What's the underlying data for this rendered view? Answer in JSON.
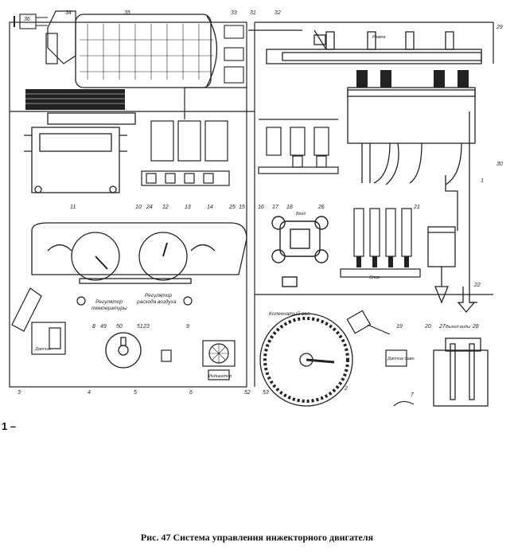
{
  "callouts": {
    "c1": "1",
    "c2": "2",
    "c3": "3",
    "c4": "4",
    "c5": "5",
    "c6": "6",
    "c7": "7",
    "c8": "8",
    "c9": "9",
    "c10": "10",
    "c11": "11",
    "c12": "12",
    "c13": "13",
    "c14": "14",
    "c15": "15",
    "c16": "16",
    "c17": "17",
    "c18": "18",
    "c19": "19",
    "c20": "20",
    "c21": "21",
    "c22": "22",
    "c23": "23",
    "c24": "24",
    "c25": "25",
    "c26": "26",
    "c27": "27",
    "c28": "28",
    "c29": "29",
    "c30": "30",
    "c31": "31",
    "c32": "32",
    "c33": "33",
    "c34": "34",
    "c35": "35",
    "c36": "36",
    "c49": "49",
    "c50": "50",
    "c51": "51",
    "c52": "52",
    "c53": "53"
  },
  "labels": {
    "temp_regulator_1": "Регулятор",
    "temp_regulator_2": "температуры",
    "air_regulator_1": "Регулятор",
    "air_regulator_2": "расхода воздуха",
    "crankshaft": "Коленчатый вал",
    "fuel_rail": "Рампа",
    "inlet": "Вход",
    "drain": "Слив",
    "outlet_water": "Выход воды",
    "air_sensor": "Датчик",
    "pressure_sensor": "Датчик давл.",
    "indicator": "Индикатор"
  },
  "legend_start": "1 –",
  "caption": "Рис. 47 Система управления инжекторного двигателя"
}
